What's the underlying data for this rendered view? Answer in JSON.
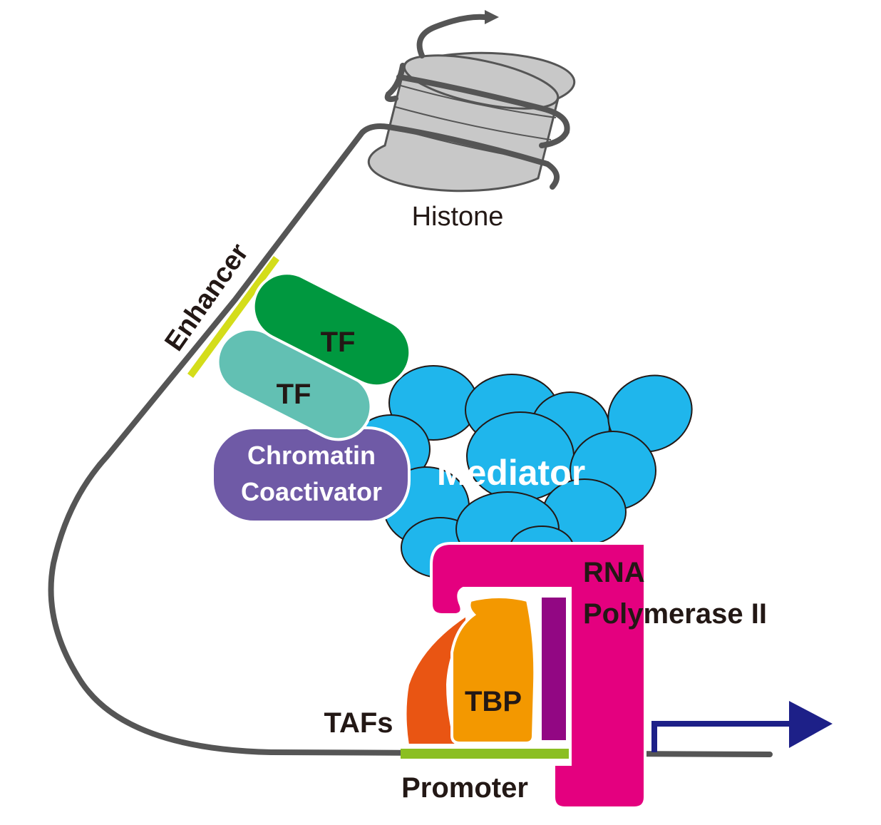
{
  "labels": {
    "histone": "Histone",
    "enhancer": "Enhancer",
    "tf_top": "TF",
    "tf_bottom": "TF",
    "coactivator_line1": "Chromatin",
    "coactivator_line2": "Coactivator",
    "mediator": "Mediator",
    "rnap_line1": "RNA",
    "rnap_line2": "Polymerase II",
    "tbp": "TBP",
    "tafs": "TAFs",
    "promoter": "Promoter"
  },
  "colors": {
    "dna": "#555555",
    "histone_fill": "#c8c8c8",
    "enhancer": "#d4dd1a",
    "promoter": "#8bbf22",
    "tf_dark": "#00983f",
    "tf_light": "#62c0b3",
    "coactivator": "#6f5aa6",
    "mediator": "#1fb6ec",
    "rnap": "#e4007f",
    "tbp": "#f39800",
    "tafs": "#e95513",
    "purple_subunit": "#920783",
    "arrow": "#1d2088"
  }
}
